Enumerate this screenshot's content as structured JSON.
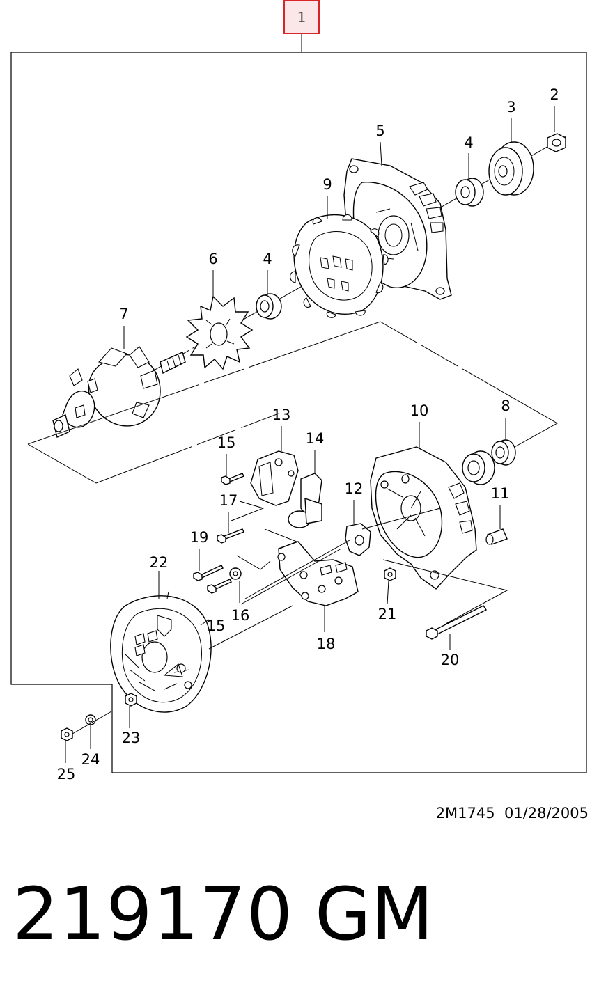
{
  "assembly_label": "1",
  "part_labels": {
    "p2": "2",
    "p3": "3",
    "p4a": "4",
    "p4b": "4",
    "p5": "5",
    "p6": "6",
    "p7": "7",
    "p8": "8",
    "p9": "9",
    "p10": "10",
    "p11": "11",
    "p12": "12",
    "p13": "13",
    "p14": "14",
    "p15a": "15",
    "p15b": "15",
    "p16": "16",
    "p17": "17",
    "p18": "18",
    "p19": "19",
    "p20": "20",
    "p21": "21",
    "p22": "22",
    "p23": "23",
    "p24": "24",
    "p25": "25"
  },
  "reference_code": "2M1745  01/28/2005",
  "catalog_number": "219170",
  "brand": "GM",
  "colors": {
    "highlight_border": "#d9252a",
    "highlight_fill": "#fbe6e8",
    "line": "#000000"
  }
}
